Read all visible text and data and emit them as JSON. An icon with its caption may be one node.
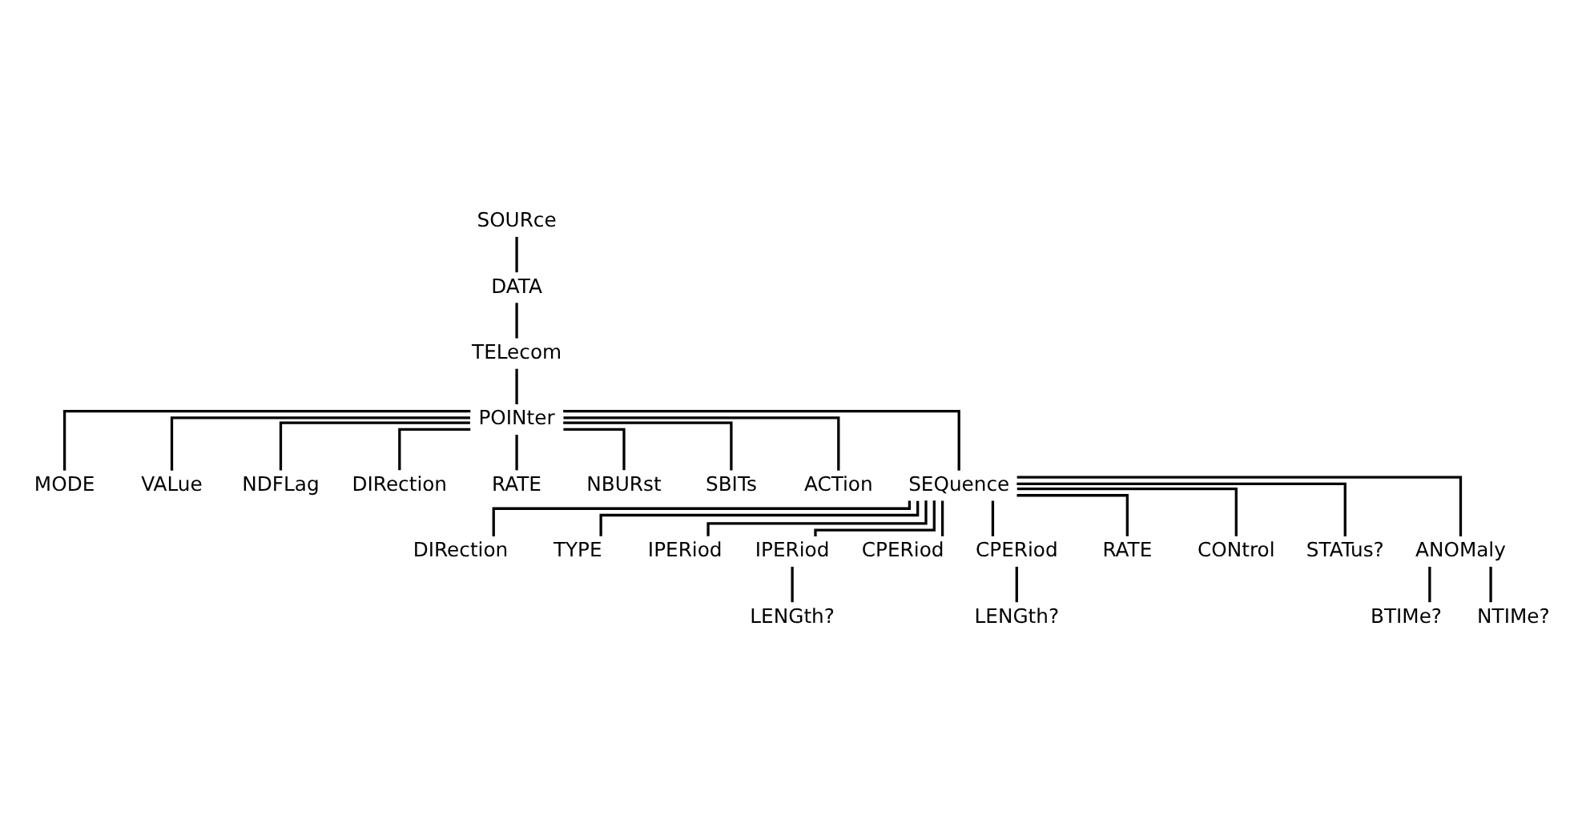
{
  "diagram": {
    "nodes": [
      {
        "text": [
          "SOURce"
        ]
      },
      {
        "text": [
          "DATA"
        ]
      },
      {
        "text": [
          "TELecom"
        ]
      },
      {
        "text": [
          "POINter"
        ]
      },
      {
        "text": [
          "MODE"
        ]
      },
      {
        "text": [
          "VALue"
        ]
      },
      {
        "text": [
          "NDFLag"
        ]
      },
      {
        "text": [
          "DIRection"
        ]
      },
      {
        "text": [
          "RATE"
        ]
      },
      {
        "text": [
          "NBURst"
        ]
      },
      {
        "text": [
          "SBITs"
        ]
      },
      {
        "text": [
          "ACTion"
        ]
      },
      {
        "text": [
          "SEQuence"
        ]
      },
      {
        "text": [
          "DIRection"
        ]
      },
      {
        "text": [
          "TYPE"
        ]
      },
      {
        "text": [
          "IPERiod"
        ]
      },
      {
        "text": [
          "IPERiod"
        ]
      },
      {
        "text": [
          "CPERiod"
        ]
      },
      {
        "text": [
          "CPERiod"
        ]
      },
      {
        "text": [
          "RATE"
        ]
      },
      {
        "text": [
          "CONtrol"
        ]
      },
      {
        "text": [
          "STATus?"
        ]
      },
      {
        "text": [
          "ANOMaly"
        ]
      },
      {
        "text": [
          "LENGth?"
        ]
      },
      {
        "text": [
          "LENGth?"
        ]
      },
      {
        "text": [
          "BTIMe?"
        ]
      },
      {
        "text": [
          "NTIMe?"
        ]
      }
    ],
    "edges": [
      {
        "from": 0,
        "to": 1,
        "arrow": "none"
      },
      {
        "from": 1,
        "to": 2,
        "arrow": "none"
      },
      {
        "from": 2,
        "to": 3,
        "arrow": "none"
      },
      {
        "from": 3,
        "to": 4,
        "arrow": "none"
      },
      {
        "from": 3,
        "to": 5,
        "arrow": "none"
      },
      {
        "from": 3,
        "to": 6,
        "arrow": "none"
      },
      {
        "from": 3,
        "to": 7,
        "arrow": "none"
      },
      {
        "from": 3,
        "to": 8,
        "arrow": "none"
      },
      {
        "from": 3,
        "to": 9,
        "arrow": "none"
      },
      {
        "from": 3,
        "to": 10,
        "arrow": "none"
      },
      {
        "from": 3,
        "to": 11,
        "arrow": "none"
      },
      {
        "from": 3,
        "to": 12,
        "arrow": "none"
      },
      {
        "from": 12,
        "to": 13,
        "arrow": "none"
      },
      {
        "from": 12,
        "to": 14,
        "arrow": "none"
      },
      {
        "from": 12,
        "to": 15,
        "arrow": "none"
      },
      {
        "from": 12,
        "to": 16,
        "arrow": "none"
      },
      {
        "from": 12,
        "to": 17,
        "arrow": "none"
      },
      {
        "from": 12,
        "to": 18,
        "arrow": "none"
      },
      {
        "from": 12,
        "to": 19,
        "arrow": "none"
      },
      {
        "from": 12,
        "to": 20,
        "arrow": "none"
      },
      {
        "from": 12,
        "to": 21,
        "arrow": "none"
      },
      {
        "from": 12,
        "to": 22,
        "arrow": "none"
      },
      {
        "from": 16,
        "to": 23,
        "arrow": "none"
      },
      {
        "from": 18,
        "to": 24,
        "arrow": "none"
      },
      {
        "from": 22,
        "to": 25,
        "arrow": "none"
      },
      {
        "from": 22,
        "to": 26,
        "arrow": "none"
      }
    ]
  }
}
